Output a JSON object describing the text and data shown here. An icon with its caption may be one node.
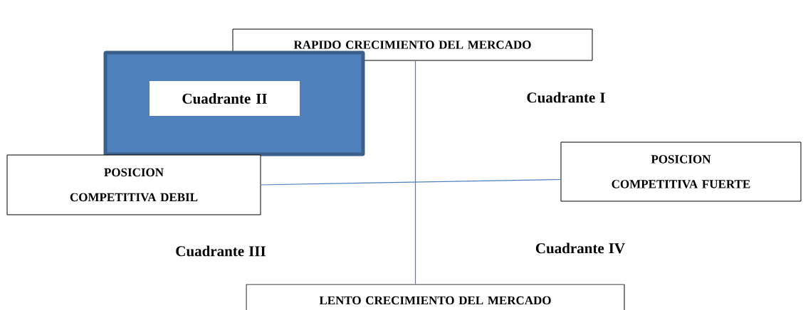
{
  "diagram": {
    "nodes": [
      {
        "text": [
          "RAPIDO CRECIMIENTO DEL MERCADO"
        ]
      },
      {
        "text": [],
        "shape": "box"
      },
      {
        "text": [
          "Cuadrante II"
        ],
        "in": 1
      },
      {
        "text": [
          "POSICION COMPETITIVA DEBIL"
        ]
      },
      {
        "text": [
          "POSICION COMPETITIVA FUERTE"
        ]
      },
      {
        "text": [
          "LENTO CRECIMIENTO DEL MERCADO"
        ]
      }
    ],
    "edges": [
      {
        "from": 0,
        "to": 5,
        "arrow": "none"
      },
      {
        "from": 3,
        "to": 4,
        "arrow": "none"
      }
    ],
    "labels": [
      "Cuadrante I",
      "Cuadrante III",
      "Cuadrante IV"
    ]
  }
}
